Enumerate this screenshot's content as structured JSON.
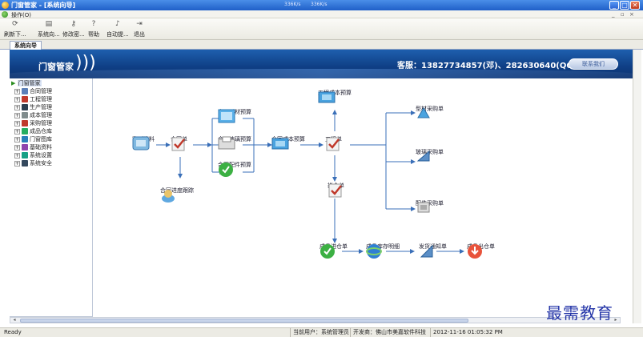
{
  "window": {
    "title": "门窗管家 - [系统向导]",
    "speed_up": "336K/s",
    "speed_down": "336K/s",
    "min_symbol": "_",
    "max_symbol": "□",
    "close_symbol": "✕"
  },
  "menubar": {
    "item": "操作(O)",
    "mdi_min": "_",
    "mdi_restore": "▫",
    "mdi_close": "×"
  },
  "toolbar": [
    {
      "label": "刷新下...",
      "icon": "refresh-icon"
    },
    {
      "label": "系统向...",
      "icon": "wizard-icon"
    },
    {
      "label": "修改密...",
      "icon": "key-icon"
    },
    {
      "label": "帮助",
      "icon": "help-icon"
    },
    {
      "label": "自动提...",
      "icon": "speaker-icon"
    },
    {
      "label": "退出",
      "icon": "exit-icon"
    }
  ],
  "tabs": [
    {
      "label": "系统向导"
    }
  ],
  "banner": {
    "brand": "门窗管家",
    "contact": "客服：13827734857(邓)、282630640(QQ)",
    "button": "联系我们"
  },
  "tree": {
    "root": "门窗管家",
    "items": [
      {
        "label": "合同管理",
        "color": "#5b7fb8"
      },
      {
        "label": "工程管理",
        "color": "#c0392b"
      },
      {
        "label": "生产管理",
        "color": "#2c3e50"
      },
      {
        "label": "成本管理",
        "color": "#7f8c8d"
      },
      {
        "label": "采购管理",
        "color": "#c0392b"
      },
      {
        "label": "成品仓库",
        "color": "#27ae60"
      },
      {
        "label": "门窗图库",
        "color": "#2980b9"
      },
      {
        "label": "基础资料",
        "color": "#8e44ad"
      },
      {
        "label": "系统设置",
        "color": "#16a085"
      },
      {
        "label": "系统安全",
        "color": "#34495e"
      }
    ]
  },
  "flow": {
    "nodes": {
      "profile": "窗型资料",
      "contract": "合同单",
      "tracking": "合同进度跟踪",
      "profile_budget": "合同型材预算",
      "glass_budget": "合同玻璃预算",
      "parts_budget": "合同配件预算",
      "cost_budget": "合同成本预算",
      "project": "工程单",
      "project_cost_budget": "工程成本预算",
      "order": "指令单",
      "profile_purchase": "型材采购单",
      "glass_purchase": "玻璃采购单",
      "parts_purchase": "配件采购单",
      "inbound": "成品进仓单",
      "stock": "成品库存明细",
      "delivery": "发货通知单",
      "outbound": "成品出仓单"
    }
  },
  "statusbar": {
    "ready": "Ready",
    "user": "当前用户：系统管理员",
    "developer": "开发商：佛山市美嘉软件科技",
    "datetime": "2012-11-16 01:05:32 PM"
  },
  "watermark": "最需教育"
}
